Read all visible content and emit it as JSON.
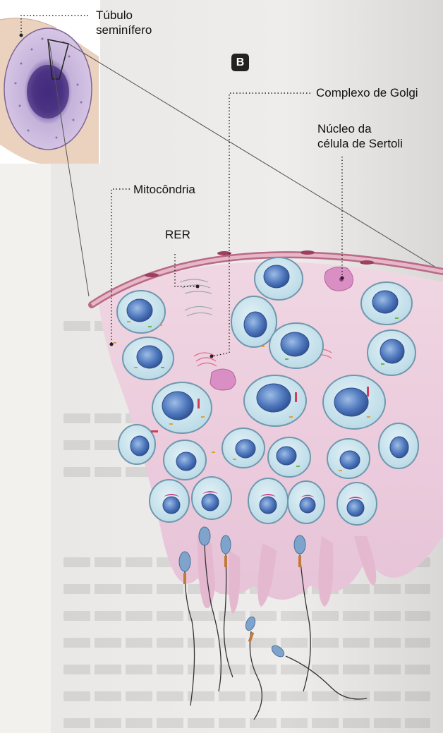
{
  "figure": {
    "panel_letter": "B",
    "labels": {
      "tubule": "Túbulo\nseminífero",
      "golgi": "Complexo de Golgi",
      "sertoli_nucleus": "Núcleo da\ncélula de Sertoli",
      "mitochondria": "Mitocôndria",
      "rer": "RER"
    }
  }
}
